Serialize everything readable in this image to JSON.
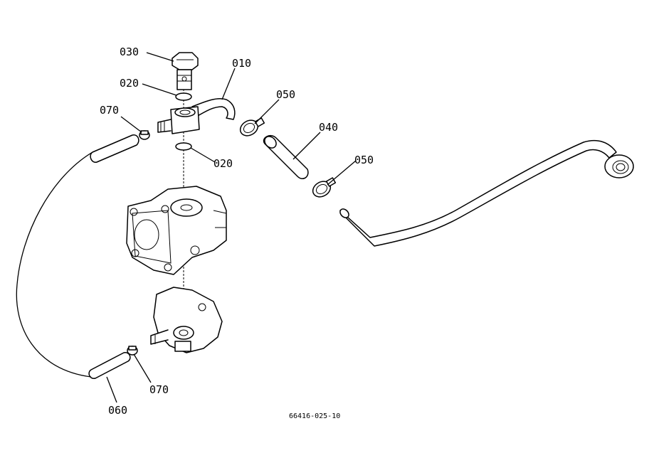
{
  "labels": {
    "p010": "010",
    "p020_top": "020",
    "p020_bottom": "020",
    "p030": "030",
    "p040": "040",
    "p050_top": "050",
    "p050_bottom": "050",
    "p060": "060",
    "p070_top": "070",
    "p070_bottom": "070"
  },
  "drawing_ref": "66416-025-10"
}
